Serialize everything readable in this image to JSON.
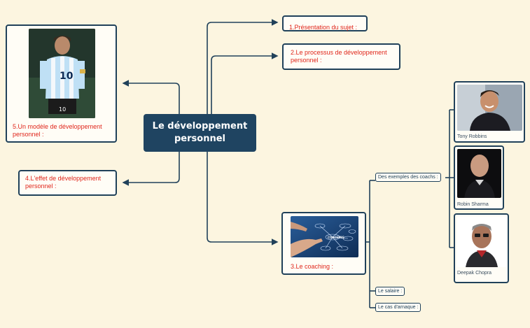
{
  "central": {
    "title": "Le développement personnel"
  },
  "branches": {
    "b1": {
      "label": "1.Présentation du sujet :"
    },
    "b2": {
      "label": "2.Le processus de développement personnel :"
    },
    "b3": {
      "label": "3.Le coaching :",
      "image": "coaching-touchscreen-photo",
      "children": {
        "examples": {
          "label": "Des exemples des coachs :"
        },
        "salaire": {
          "label": "Le salaire :"
        },
        "arnaque": {
          "label": "Le cas d'arnaque :"
        }
      }
    },
    "b4": {
      "label": "4.L'effet de développement personnel :"
    },
    "b5": {
      "label": "5.Un modèle de développement personnel :",
      "image": "footballer-photo"
    }
  },
  "coaches": [
    {
      "name": "Tony Robbins"
    },
    {
      "name": "Robin Sharma"
    },
    {
      "name": "Deepak Chopra"
    }
  ],
  "colors": {
    "background": "#fcf5e0",
    "node_border": "#20415a",
    "central_fill": "#1f4461",
    "text_red": "#e0261b"
  }
}
